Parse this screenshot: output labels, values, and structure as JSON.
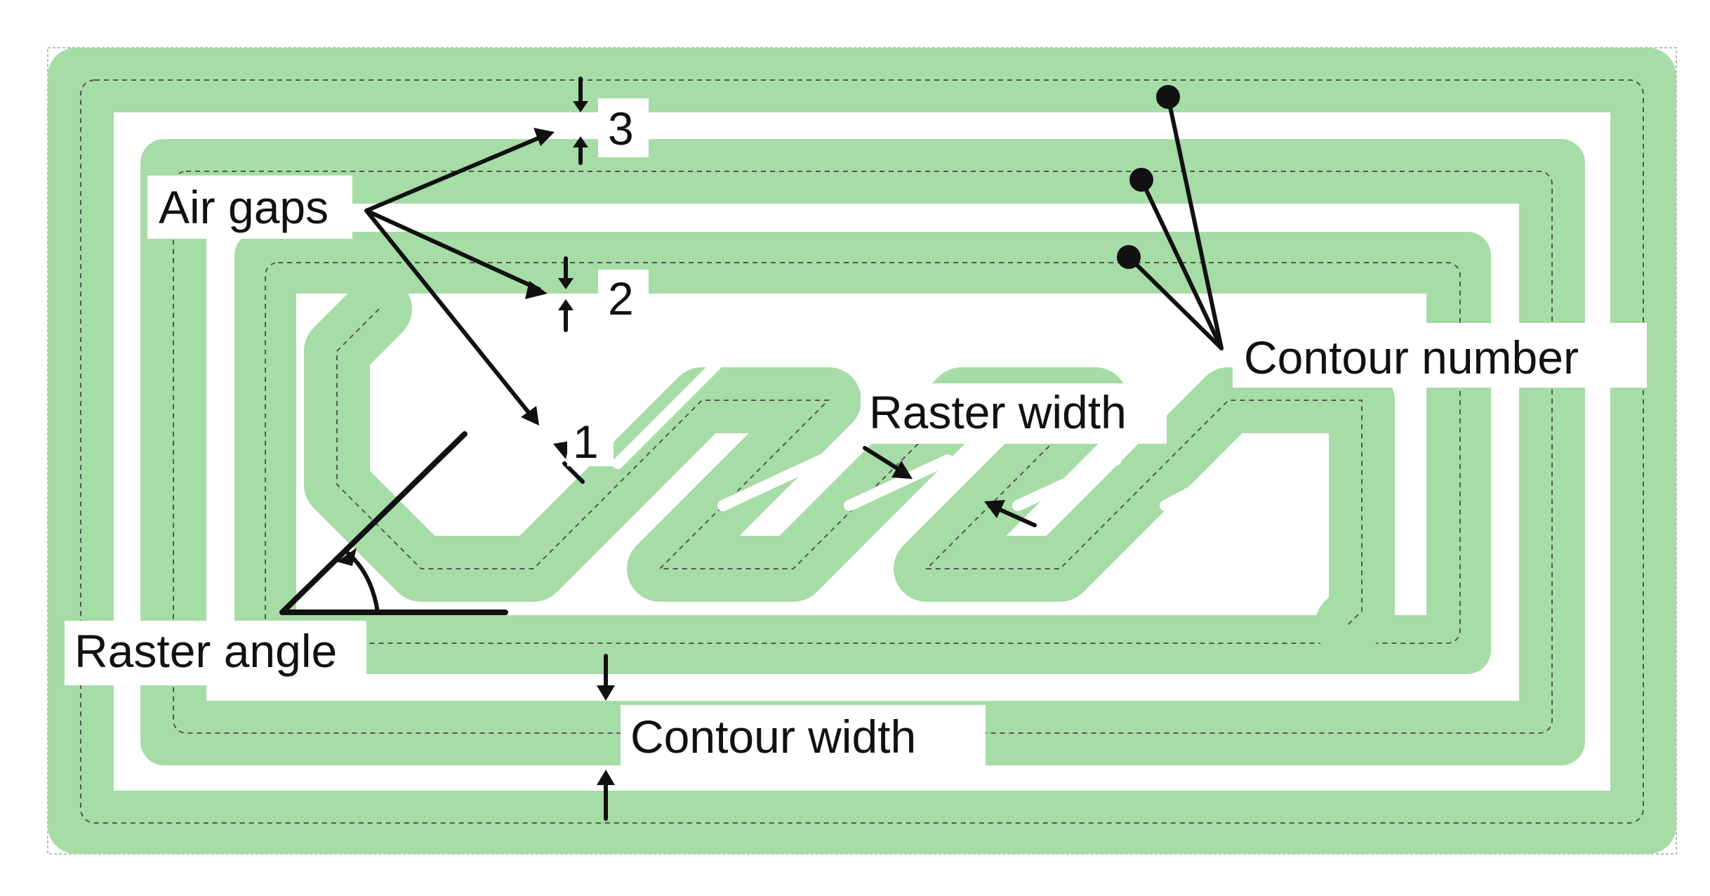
{
  "labels": {
    "air_gaps": "Air gaps",
    "gap_3": "3",
    "gap_2": "2",
    "gap_1": "1",
    "contour_number": "Contour number",
    "raster_width": "Raster width",
    "raster_angle": "Raster angle",
    "contour_width": "Contour width"
  },
  "colors": {
    "bead": "#a6dca6",
    "background": "#ffffff",
    "annotation": "#111111",
    "toolpath": "#555555"
  }
}
